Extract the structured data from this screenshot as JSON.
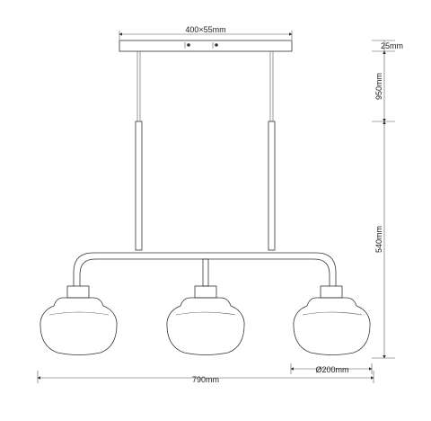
{
  "dimensions": {
    "canopy_size": "400×55mm",
    "canopy_height": "25mm",
    "rod_length": "950mm",
    "body_height": "540mm",
    "total_width": "790mm",
    "shade_diameter": "Ø200mm"
  },
  "colors": {
    "line": "#333333",
    "text": "#222222",
    "background": "#ffffff"
  }
}
